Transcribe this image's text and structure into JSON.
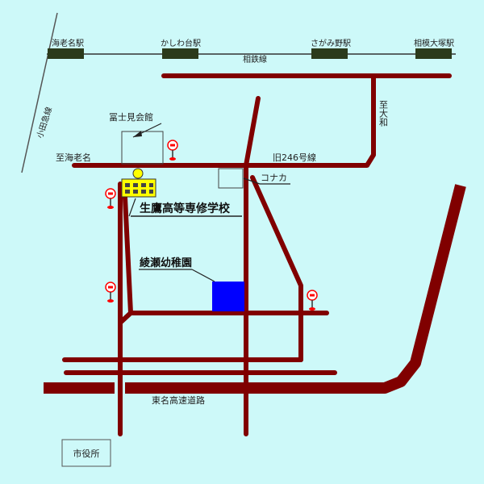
{
  "colors": {
    "background": "#cdf9f9",
    "road": "#800000",
    "rail_station": "#2b3a1b",
    "kindergarten": "#0000ff",
    "school": "#ffff00",
    "bus_stop": "#ff0000"
  },
  "railway": {
    "line_name": "相鉄線",
    "stations": [
      "海老名駅",
      "かしわ台駅",
      "さがみ野駅",
      "相模大塚駅"
    ]
  },
  "odakyu_line": "小田急線",
  "roads": {
    "to_ebina": "至海老名",
    "old_246": "旧246号線",
    "to_yamato": "至大和",
    "tomei": "東名高速道路"
  },
  "landmarks": {
    "fujimi_hall": "冨士見会館",
    "konaka": "コナカ",
    "school": "生鷹高等専修学校",
    "kindergarten": "綾瀬幼稚園",
    "city_hall": "市役所"
  },
  "icons": {
    "school": "school-building-icon",
    "bus_stop": "bus-stop-icon",
    "station": "station-block-icon"
  }
}
